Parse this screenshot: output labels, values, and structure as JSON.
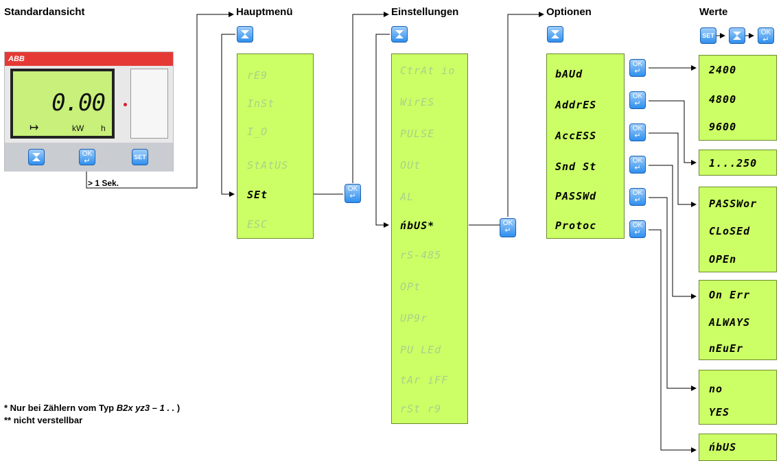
{
  "headers": {
    "standard": "Standardansicht",
    "hauptmenu": "Hauptmenü",
    "einstellungen": "Einstellungen",
    "optionen": "Optionen",
    "werte": "Werte"
  },
  "device": {
    "brand": "ABB",
    "reading": "0.00",
    "unit": "kW",
    "unit_suffix": "h",
    "arrow": "↦",
    "press_label": "> 1 Sek."
  },
  "buttons": {
    "ok": "OK",
    "ok_return": "↵",
    "set": "SET"
  },
  "hauptmenu": {
    "items": [
      {
        "label": "rE9",
        "active": false
      },
      {
        "label": "InSt",
        "active": false
      },
      {
        "label": "I_O",
        "active": false
      },
      {
        "label": "StAtUS",
        "active": false
      },
      {
        "label": "SEt",
        "active": true
      },
      {
        "label": "ESC",
        "active": false
      }
    ]
  },
  "einstellungen": {
    "items": [
      {
        "label": "CtrAt io",
        "active": false
      },
      {
        "label": "WirES",
        "active": false
      },
      {
        "label": "PULSE",
        "active": false
      },
      {
        "label": "OUt",
        "active": false
      },
      {
        "label": "AL",
        "active": false
      },
      {
        "label": "ńbUS*",
        "active": true
      },
      {
        "label": "rS-485",
        "active": false
      },
      {
        "label": "OPt",
        "active": false
      },
      {
        "label": "UP9r",
        "active": false
      },
      {
        "label": "PU LEd",
        "active": false
      },
      {
        "label": "tAr iFF",
        "active": false
      },
      {
        "label": "rSt r9",
        "active": false
      }
    ]
  },
  "optionen": {
    "items": [
      "bAUd",
      "AddrES",
      "AccESS",
      "Snd St",
      "PASSWd",
      "Protoc"
    ]
  },
  "werte": {
    "boxes": [
      [
        "2400",
        "4800",
        "9600"
      ],
      [
        "1...250"
      ],
      [
        "PASSWor",
        "CLoSEd",
        "OPEn"
      ],
      [
        "On Err",
        "ALWAYS",
        "nEuEr"
      ],
      [
        "no",
        "YES"
      ],
      [
        "ńbUS"
      ]
    ]
  },
  "notes": {
    "line1_prefix": "* Nur bei Zählern vom Typ ",
    "line1_type": "B2x yz3 – 1 . .",
    "line1_suffix": " )",
    "line2": "** nicht verstellbar"
  },
  "colors": {
    "lcd": "#ccff66",
    "lcd_dim_text": "#a9d08a",
    "button_blue": "#2f8fee",
    "brand_red": "#e53935"
  }
}
